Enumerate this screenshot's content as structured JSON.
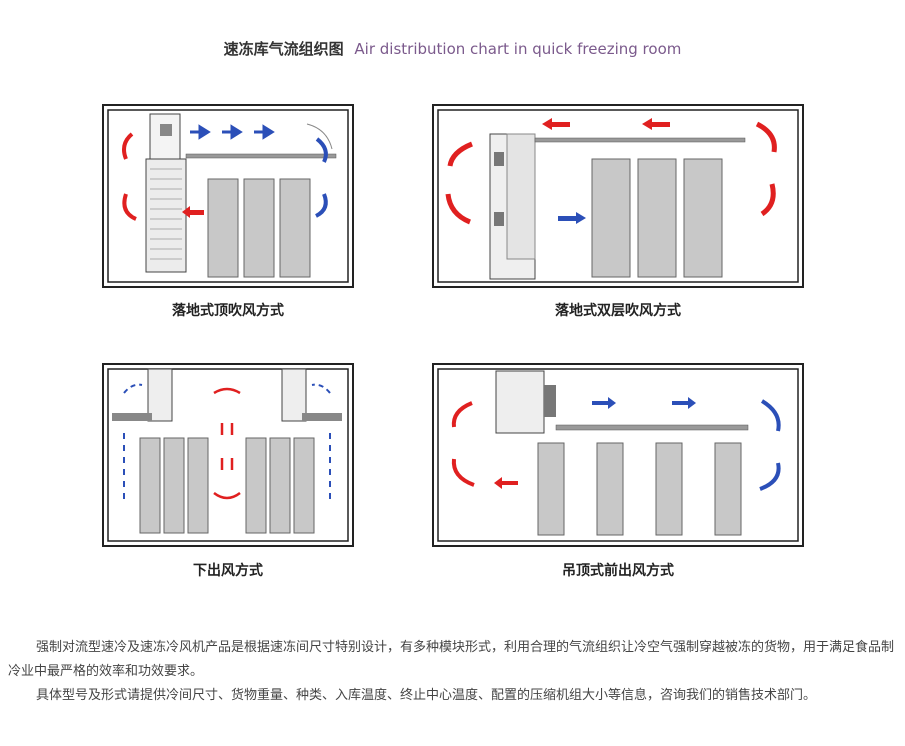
{
  "title": {
    "cn": "速冻库气流组织图",
    "en": "Air distribution chart in quick freezing room"
  },
  "diagrams": [
    {
      "caption": "落地式顶吹风方式"
    },
    {
      "caption": "落地式双层吹风方式"
    },
    {
      "caption": "下出风方式"
    },
    {
      "caption": "吊顶式前出风方式"
    }
  ],
  "description": [
    "强制对流型速冷及速冻冷风机产品是根据速冻间尺寸特别设计，有多种模块形式，利用合理的气流组织让冷空气强制穿越被冻的货物，用于满足食品制冷业中最严格的效率和功效要求。",
    "具体型号及形式请提供冷间尺寸、货物重量、种类、入库温度、终止中心温度、配置的压缩机组大小等信息，咨询我们的销售技术部门。"
  ],
  "colors": {
    "hot": "#e02020",
    "cold": "#2b4fb8",
    "wall": "#222222"
  }
}
